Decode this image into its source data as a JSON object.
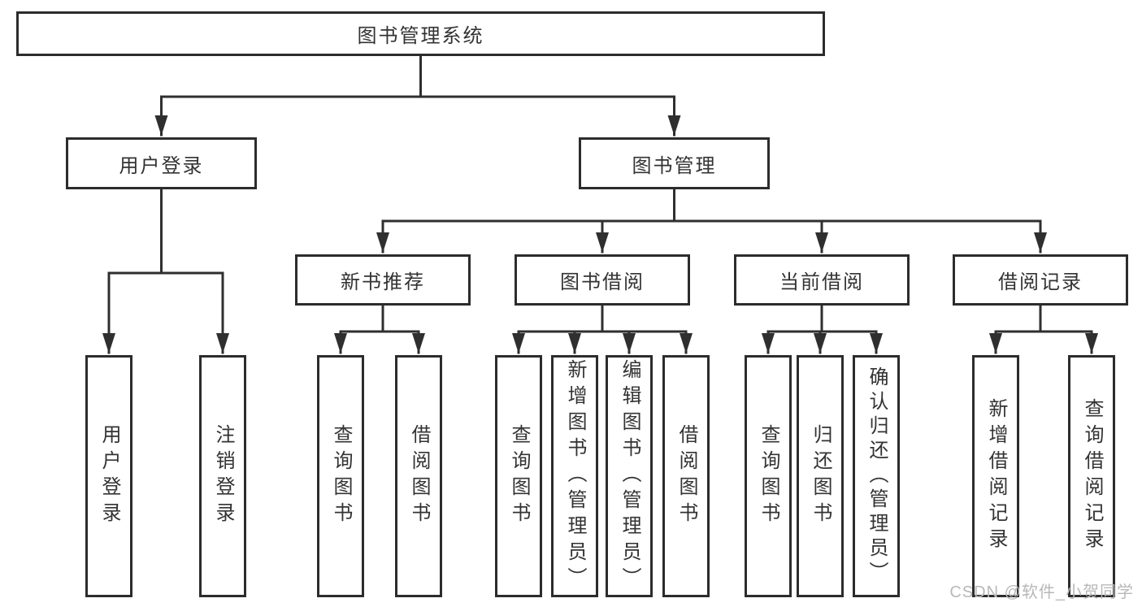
{
  "colors": {
    "line": "#2f2f2f",
    "box_border": "#2c2c2c",
    "text": "#333333",
    "background": "#ffffff",
    "watermark": "#b8b8b8"
  },
  "nodes": {
    "root": "图书管理系统",
    "user_login": "用户登录",
    "book_management": "图书管理",
    "new_book_recommend": "新书推荐",
    "book_borrow": "图书借阅",
    "current_borrow": "当前借阅",
    "borrow_records": "借阅记录"
  },
  "leaves": {
    "user_login": [
      "用户登录",
      "注销登录"
    ],
    "new_book_recommend": [
      "查询图书",
      "借阅图书"
    ],
    "book_borrow": [
      "查询图书",
      "新增图书（管理员）",
      "编辑图书（管理员）",
      "借阅图书"
    ],
    "current_borrow": [
      "查询图书",
      "归还图书",
      "确认归还（管理员）"
    ],
    "borrow_records": [
      "新增借阅记录",
      "查询借阅记录"
    ]
  },
  "watermark": "CSDN @软件_小贺同学"
}
